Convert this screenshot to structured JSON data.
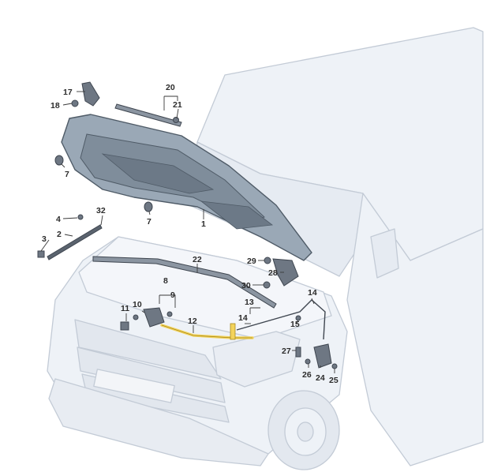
{
  "figure": {
    "description_colors": {
      "body_fill": "#eef2f7",
      "body_line": "#c3cbd6",
      "hood_fill": "#9aa8b6",
      "hood_dark": "#5f6c79",
      "part_fill": "#6e7783",
      "highlight": "#f3d35b",
      "leader": "#3a3a3a"
    },
    "callouts": [
      {
        "id": "17",
        "text": "17"
      },
      {
        "id": "18",
        "text": "18"
      },
      {
        "id": "20",
        "text": "20"
      },
      {
        "id": "21",
        "text": "21"
      },
      {
        "id": "7a",
        "text": "7"
      },
      {
        "id": "7b",
        "text": "7"
      },
      {
        "id": "1",
        "text": "1"
      },
      {
        "id": "4",
        "text": "4"
      },
      {
        "id": "32",
        "text": "32"
      },
      {
        "id": "2",
        "text": "2"
      },
      {
        "id": "3",
        "text": "3"
      },
      {
        "id": "22",
        "text": "22"
      },
      {
        "id": "29",
        "text": "29"
      },
      {
        "id": "28",
        "text": "28"
      },
      {
        "id": "30",
        "text": "30"
      },
      {
        "id": "8",
        "text": "8"
      },
      {
        "id": "9",
        "text": "9"
      },
      {
        "id": "14a",
        "text": "14"
      },
      {
        "id": "13",
        "text": "13"
      },
      {
        "id": "11",
        "text": "11"
      },
      {
        "id": "10",
        "text": "10"
      },
      {
        "id": "12",
        "text": "12"
      },
      {
        "id": "14b",
        "text": "14"
      },
      {
        "id": "15",
        "text": "15"
      },
      {
        "id": "27",
        "text": "27"
      },
      {
        "id": "26",
        "text": "26"
      },
      {
        "id": "24",
        "text": "24"
      },
      {
        "id": "25",
        "text": "25"
      }
    ]
  }
}
